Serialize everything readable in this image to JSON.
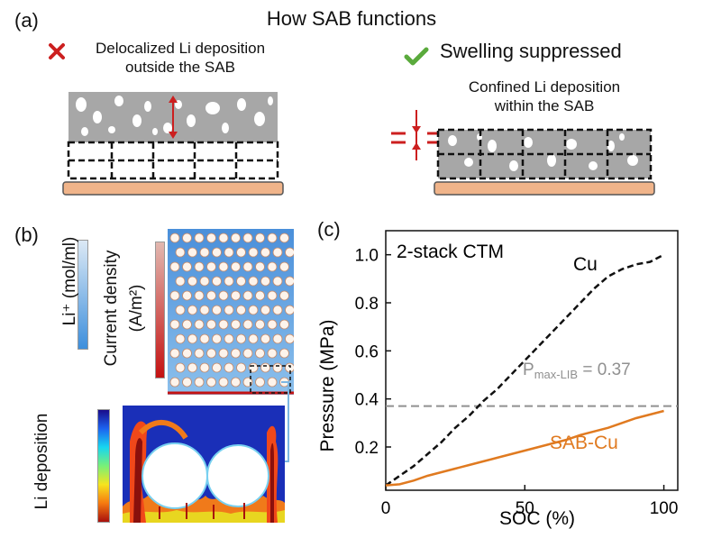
{
  "panel_a": {
    "label": "(a)",
    "title": "How SAB functions",
    "left_caption_line1": "Delocalized Li deposition",
    "left_caption_line2": "outside the SAB",
    "right_caption_big": "Swelling suppressed",
    "right_caption_line1": "Confined Li deposition",
    "right_caption_line2": "within the SAB",
    "cross_color": "#cc1f1f",
    "check_color": "#5aaa3c",
    "copper_color": "#f0b48a",
    "gray_color": "#a7a7a7"
  },
  "panel_b": {
    "label": "(b)",
    "li_label": "Li⁺ (mol/ml)",
    "current_label": "Current density",
    "current_unit": "(A/m²)",
    "deposition_label": "Li deposition"
  },
  "panel_c": {
    "label": "(c)",
    "annotation_stack": "2-stack CTM",
    "pmax_label": "P",
    "pmax_sub": "max-LIB",
    "pmax_value": " = 0.37",
    "series_cu_label": "Cu",
    "series_sab_label": "SAB-Cu"
  },
  "chart_data": {
    "type": "line",
    "xlabel": "SOC (%)",
    "ylabel": "Pressure (MPa)",
    "xlim": [
      0,
      105
    ],
    "ylim": [
      0.02,
      1.1
    ],
    "xticks": [
      0,
      50,
      100
    ],
    "yticks": [
      0.2,
      0.4,
      0.6,
      0.8,
      1.0
    ],
    "xtick_labels": [
      "0",
      "50",
      "100"
    ],
    "ytick_labels": [
      "0.2",
      "0.4",
      "0.6",
      "0.8",
      "1.0"
    ],
    "reference_line": {
      "y": 0.37,
      "color": "#909090"
    },
    "series": [
      {
        "name": "Cu",
        "color": "#111111",
        "dash": true,
        "x": [
          0,
          5,
          10,
          15,
          20,
          25,
          30,
          35,
          40,
          45,
          50,
          55,
          60,
          65,
          70,
          75,
          80,
          85,
          90,
          95,
          100
        ],
        "y": [
          0.04,
          0.08,
          0.12,
          0.17,
          0.22,
          0.28,
          0.33,
          0.39,
          0.44,
          0.5,
          0.56,
          0.62,
          0.68,
          0.74,
          0.8,
          0.86,
          0.91,
          0.94,
          0.96,
          0.97,
          1.0
        ]
      },
      {
        "name": "SAB-Cu",
        "color": "#e07a20",
        "dash": false,
        "x": [
          0,
          5,
          10,
          15,
          20,
          25,
          30,
          35,
          40,
          45,
          50,
          55,
          60,
          65,
          70,
          75,
          80,
          85,
          90,
          95,
          100
        ],
        "y": [
          0.04,
          0.045,
          0.06,
          0.08,
          0.095,
          0.11,
          0.125,
          0.14,
          0.155,
          0.17,
          0.185,
          0.2,
          0.215,
          0.23,
          0.25,
          0.265,
          0.28,
          0.3,
          0.32,
          0.335,
          0.35
        ]
      }
    ]
  }
}
